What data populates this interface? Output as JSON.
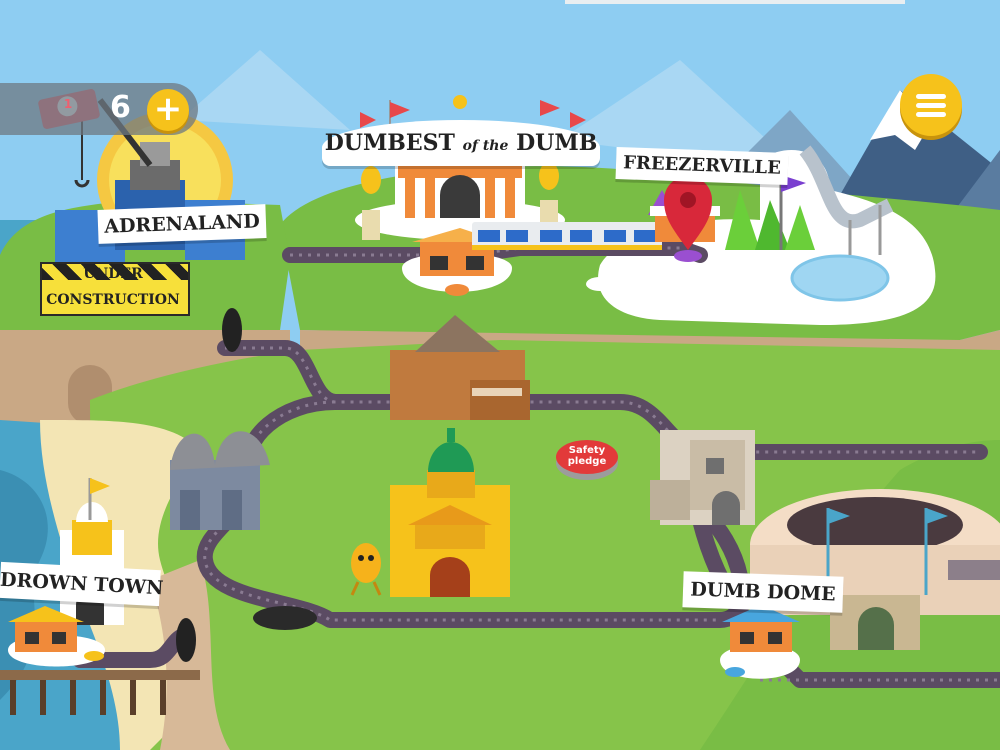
{
  "hud": {
    "ticket_label": "1",
    "coin_count": "6",
    "add_label": "+"
  },
  "locations": {
    "adrenaland": "ADRENALAND",
    "dumbest_main": "DUMBEST",
    "dumbest_of_the": "of the",
    "dumbest_dumb": "DUMB",
    "freezerville": "FREEZERVILLE",
    "drown_town": "DROWN TOWN",
    "dumb_dome": "DUMB DOME"
  },
  "construction": {
    "line1": "UNDER",
    "line2": "CONSTRUCTION"
  },
  "safety_pledge": {
    "line1": "Safety",
    "line2": "pledge"
  },
  "colors": {
    "sky": "#8ecdf2",
    "grass": "#86c44a",
    "cliff": "#c9a885",
    "track": "#5b4b63",
    "accent": "#f6c21b",
    "map_pin": "#d8283a"
  }
}
